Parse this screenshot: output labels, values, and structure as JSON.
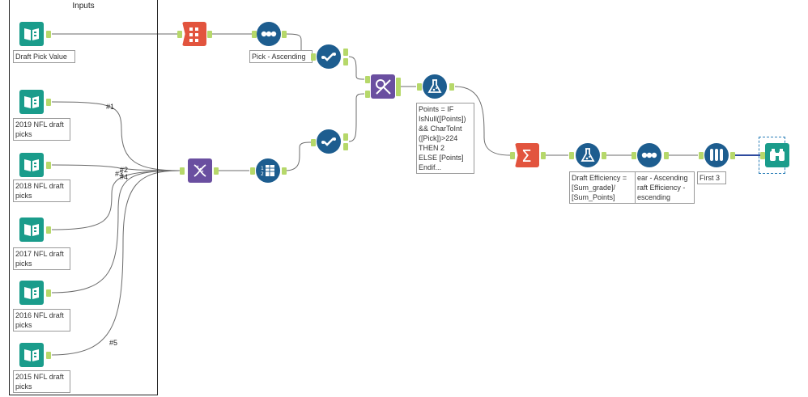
{
  "container": {
    "title": "Inputs"
  },
  "annotations": {
    "draft_pick_value": "Draft Pick Value",
    "nfl2019": "2019 NFL draft\npicks",
    "nfl2018": "2018 NFL draft\npicks",
    "nfl2017": "2017 NFL draft\npicks",
    "nfl2016": "2016 NFL draft\npicks",
    "nfl2015": "2015 NFL draft\npicks",
    "sort_pick": "Pick - Ascending",
    "formula1": "Points = IF\nIsNull([Points])\n&& CharToInt\n([Pick])>224\nTHEN 2\nELSE [Points]\nEndif...",
    "formula2": "Draft Efficiency =\n[Sum_grade]/\n[Sum_Points]",
    "sort2": "ear - Ascending\nraft Efficiency -\nescending",
    "sample": "First 3"
  },
  "wire_labels": {
    "w1": "#1",
    "w2": "#2",
    "w3": "#3",
    "w4": "#4",
    "w5": "#5"
  },
  "colors": {
    "input_tool": "#1a9c8b",
    "select_tool": "#e2543e",
    "sort_tool": "#1d5d8f",
    "join_tool": "#6a4fa0",
    "summarize_tool": "#e2543e",
    "browse_tool": "#1a9c8b",
    "anchor": "#b6d86a",
    "wire": "#6b6b6b",
    "wire_selected": "#2e4a9e"
  }
}
